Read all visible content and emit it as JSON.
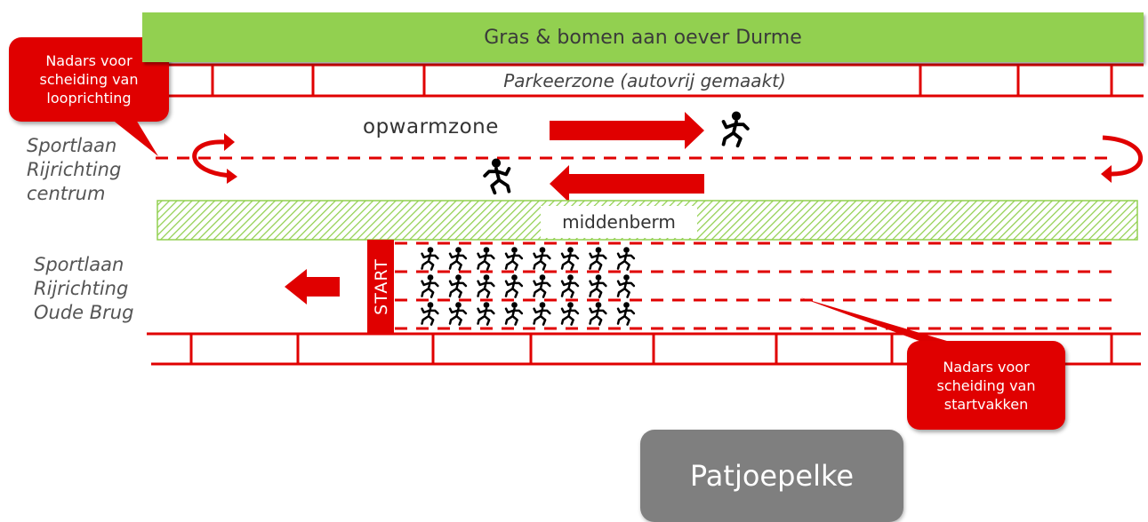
{
  "grass_label": "Gras & bomen aan oever Durme",
  "parking_label": "Parkeerzone (autovrij gemaakt)",
  "warmup_label": "opwarmzone",
  "side_top": [
    "Sportlaan",
    "Rijrichting",
    "centrum"
  ],
  "side_bottom": [
    "Sportlaan",
    "Rijrichting",
    "Oude Brug"
  ],
  "median_label": "middenberm",
  "start_label": "START",
  "callout_top": [
    "Nadars voor",
    "scheiding van",
    "looprichting"
  ],
  "callout_bottom": [
    "Nadars voor",
    "scheiding van",
    "startvakken"
  ],
  "destination_label": "Patjoepelke",
  "runner_grid": {
    "rows": 3,
    "cols": 8
  },
  "colors": {
    "grass": "#92d050",
    "fence_red": "#e00000",
    "callout_red": "#e00000",
    "median_green": "#92d050",
    "destination_gray": "#7f7f7f"
  }
}
